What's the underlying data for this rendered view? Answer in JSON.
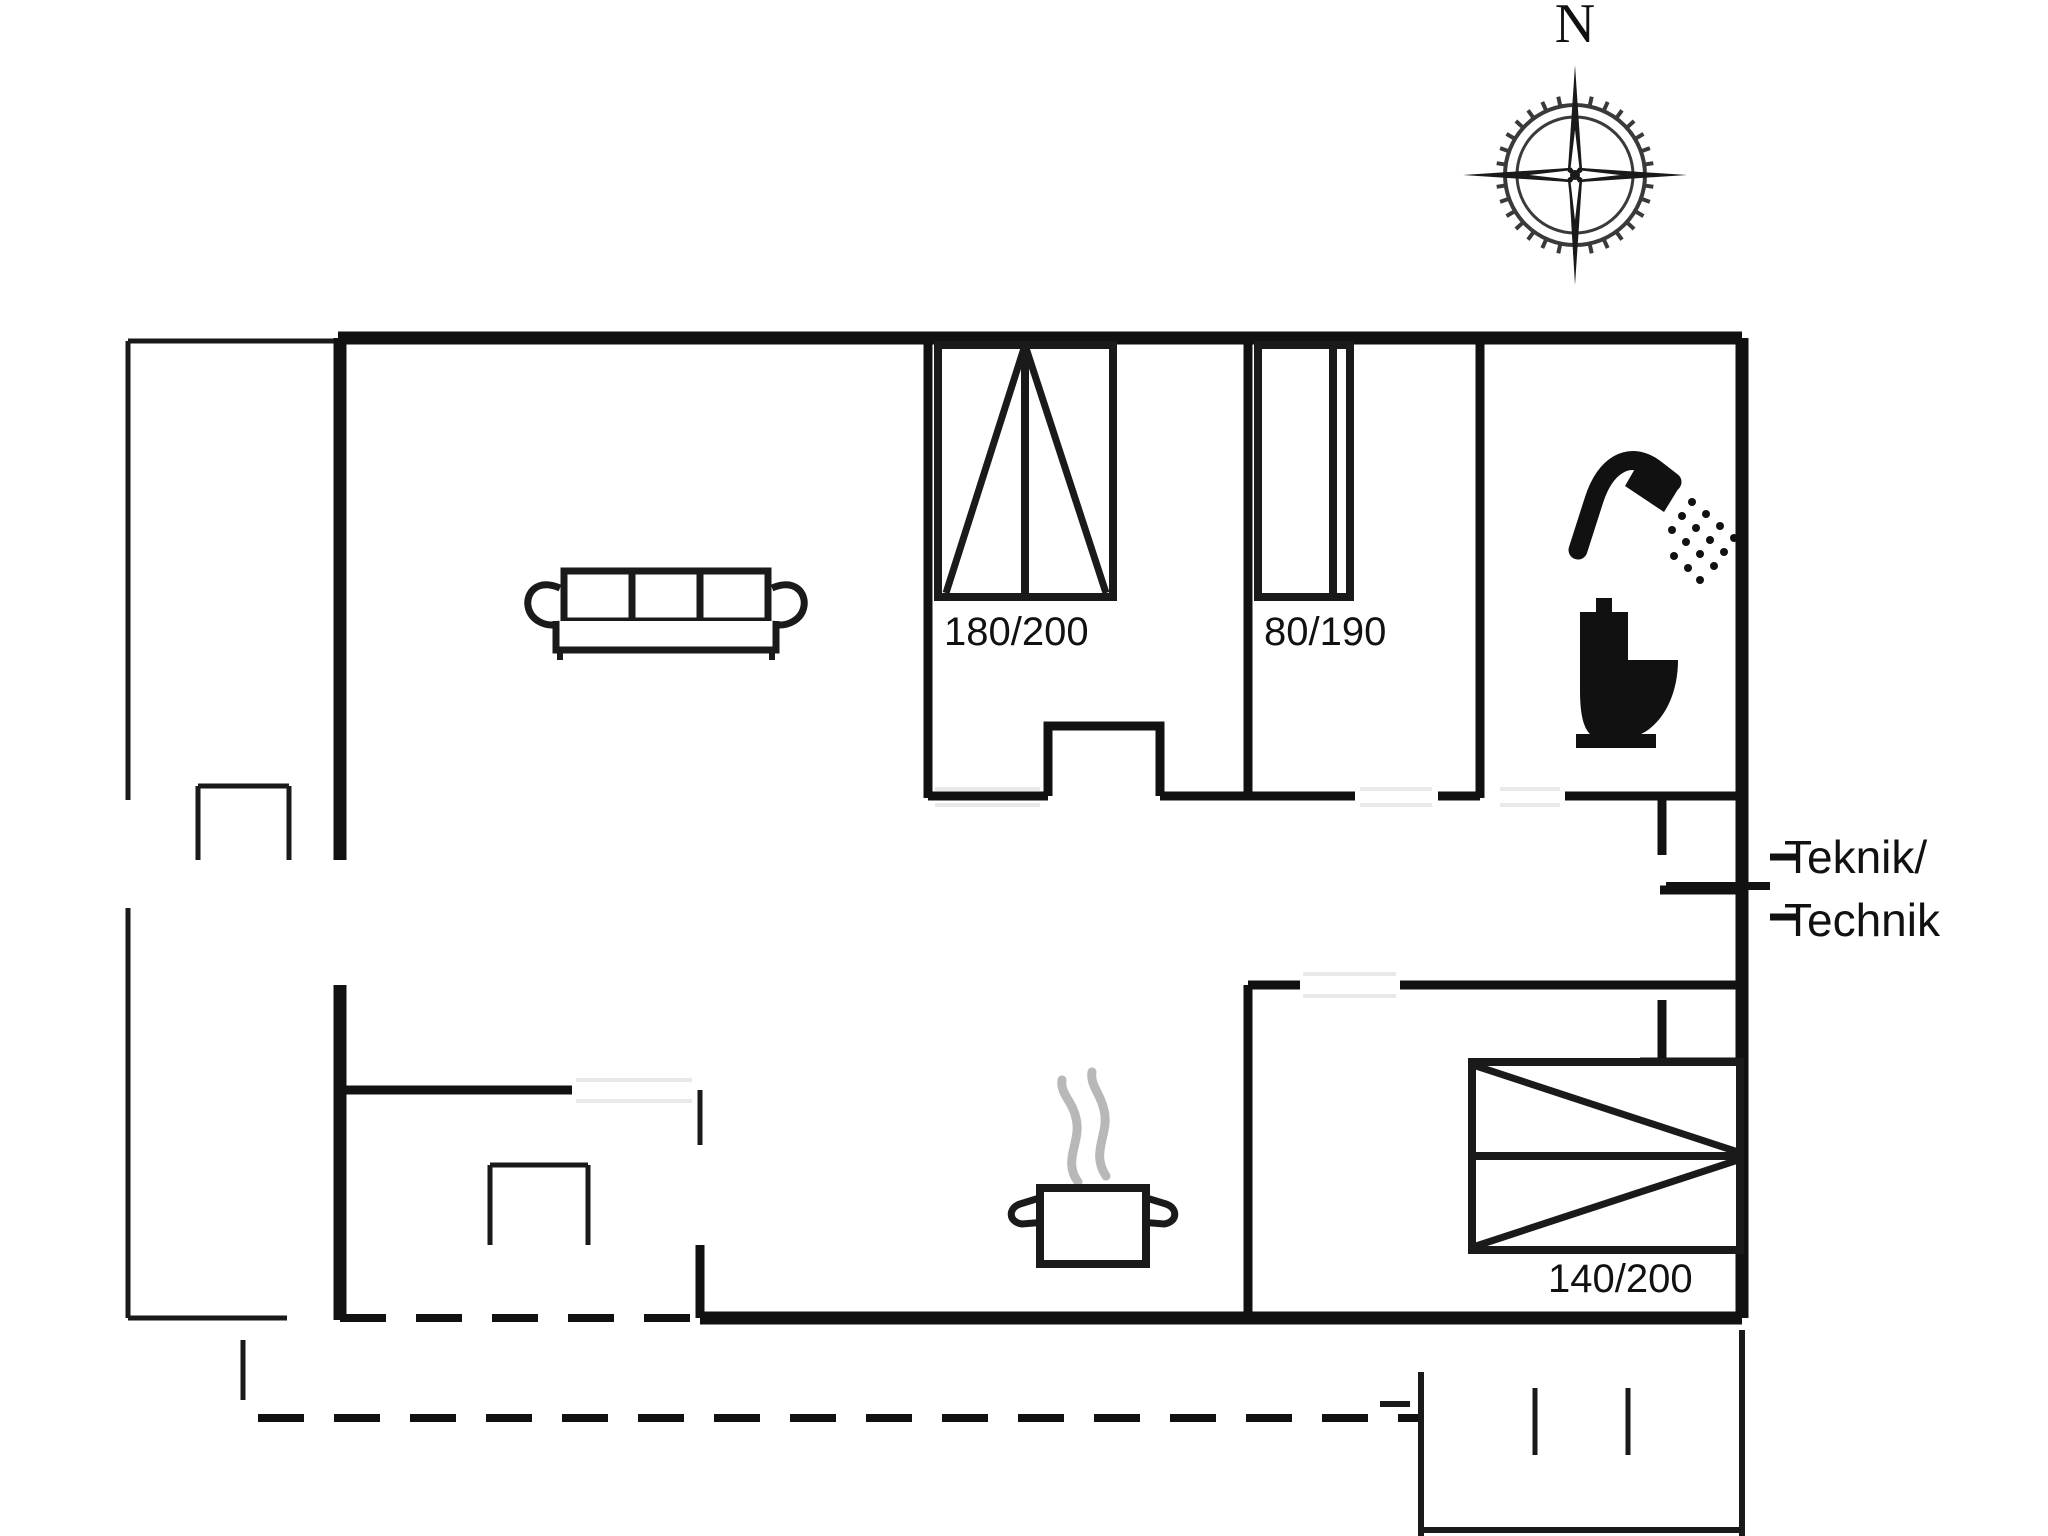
{
  "document": {
    "type": "floor-plan",
    "title": "Holiday home floor plan"
  },
  "compass": {
    "north_label": "N",
    "icon": "compass-rose-icon"
  },
  "annotations": {
    "technical_room": "Teknik/\nTechnik",
    "technical_room_line1": "Teknik/",
    "technical_room_line2": "Technik"
  },
  "beds": [
    {
      "id": "bed-double-180",
      "label": "180/200",
      "width_cm": 180,
      "length_cm": 200,
      "type": "double-bed"
    },
    {
      "id": "bed-single-80",
      "label": "80/190",
      "width_cm": 80,
      "length_cm": 190,
      "type": "single-bed"
    },
    {
      "id": "bed-double-140",
      "label": "140/200",
      "width_cm": 140,
      "length_cm": 200,
      "type": "double-bed"
    }
  ],
  "fixtures": [
    {
      "id": "sofa",
      "icon": "sofa-icon",
      "description": "Three-seat sofa"
    },
    {
      "id": "shower",
      "icon": "shower-icon",
      "description": "Shower head with spray"
    },
    {
      "id": "toilet",
      "icon": "toilet-icon",
      "description": "Toilet"
    },
    {
      "id": "cooking-pot",
      "icon": "cooking-pot-icon",
      "description": "Steaming cooking pot (kitchen)"
    }
  ],
  "colors": {
    "wall": "#111111",
    "door_gap": "#e9e9e9",
    "steam": "#b8b8b8",
    "background": "#ffffff"
  }
}
